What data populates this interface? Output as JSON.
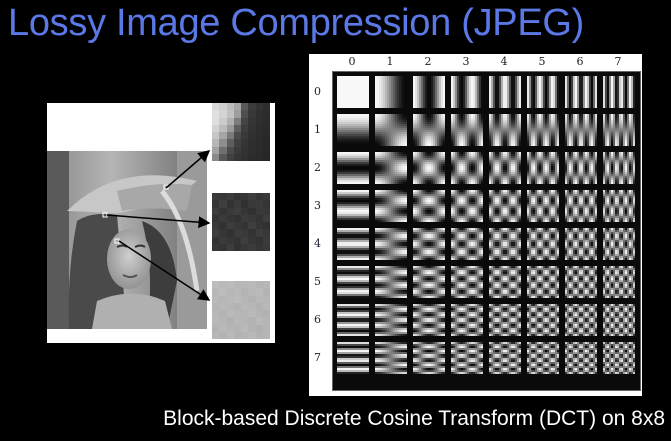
{
  "slide": {
    "title": "Lossy Image Compression (JPEG)",
    "caption": "Block-based Discrete Cosine Transform (DCT) on 8x8"
  },
  "dct_grid": {
    "column_labels": [
      "0",
      "1",
      "2",
      "3",
      "4",
      "5",
      "6",
      "7"
    ],
    "row_labels": [
      "0",
      "1",
      "2",
      "3",
      "4",
      "5",
      "6",
      "7"
    ],
    "size": 8
  },
  "left_figure": {
    "blocks": [
      "hair-block",
      "shadow-block",
      "skin-block"
    ]
  }
}
